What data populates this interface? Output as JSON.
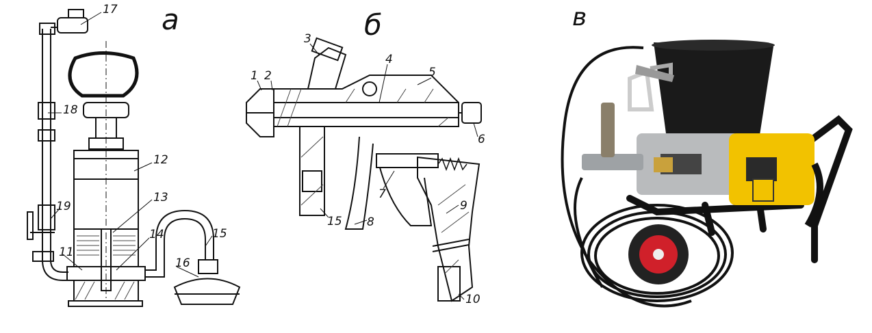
{
  "panels": [
    {
      "label": "а",
      "callouts": [
        "17",
        "18",
        "12",
        "13",
        "14",
        "15",
        "19",
        "11",
        "16"
      ]
    },
    {
      "label": "б",
      "callouts": [
        "3",
        "4",
        "5",
        "1",
        "2",
        "6",
        "7",
        "15",
        "8",
        "9",
        "10"
      ]
    },
    {
      "label": "в"
    }
  ],
  "colors": {
    "line": "#111111",
    "hatch": "#444444",
    "bucket": "#1a1a1a",
    "motor": "#f2c200",
    "frame": "#111111",
    "wheel_hub": "#d0202a",
    "metal": "#b9bbbd"
  }
}
